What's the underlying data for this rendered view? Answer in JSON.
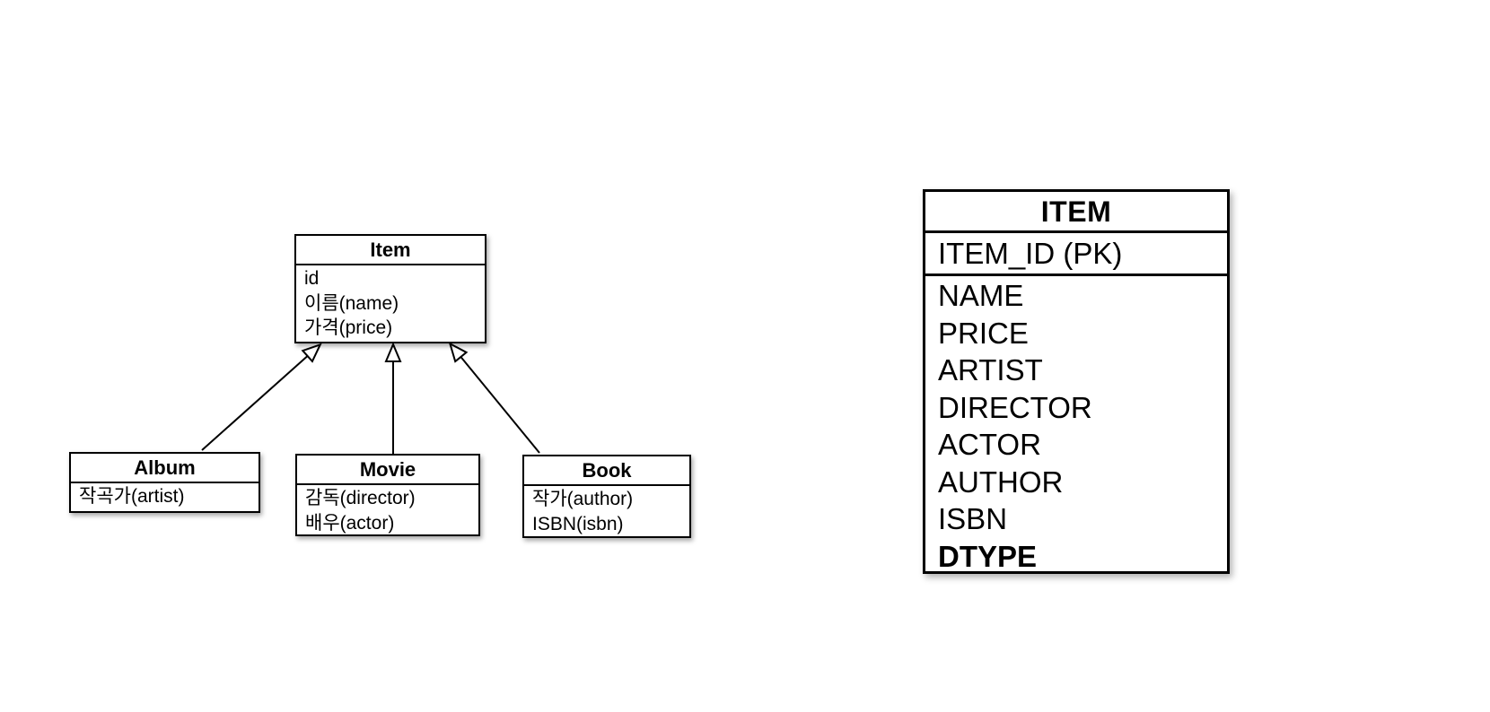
{
  "page": {
    "background": "#ffffff"
  },
  "colors": {
    "line": "#000000",
    "box_fill": "#ffffff"
  },
  "uml_diagram": {
    "classes": {
      "item": {
        "name": "Item",
        "fields": [
          "id",
          "이름(name)",
          "가격(price)"
        ]
      },
      "album": {
        "name": "Album",
        "fields": [
          "작곡가(artist)"
        ]
      },
      "movie": {
        "name": "Movie",
        "fields": [
          "감독(director)",
          "배우(actor)"
        ]
      },
      "book": {
        "name": "Book",
        "fields": [
          "작가(author)",
          "ISBN(isbn)"
        ]
      }
    },
    "relationships": [
      {
        "from": "Album",
        "to": "Item",
        "type": "inheritance"
      },
      {
        "from": "Movie",
        "to": "Item",
        "type": "inheritance"
      },
      {
        "from": "Book",
        "to": "Item",
        "type": "inheritance"
      }
    ]
  },
  "db_table": {
    "title": "ITEM",
    "primary_key": "ITEM_ID (PK)",
    "columns": [
      "NAME",
      "PRICE",
      "ARTIST",
      "DIRECTOR",
      "ACTOR",
      "AUTHOR",
      "ISBN",
      "DTYPE"
    ],
    "bold_columns": [
      "DTYPE"
    ]
  }
}
